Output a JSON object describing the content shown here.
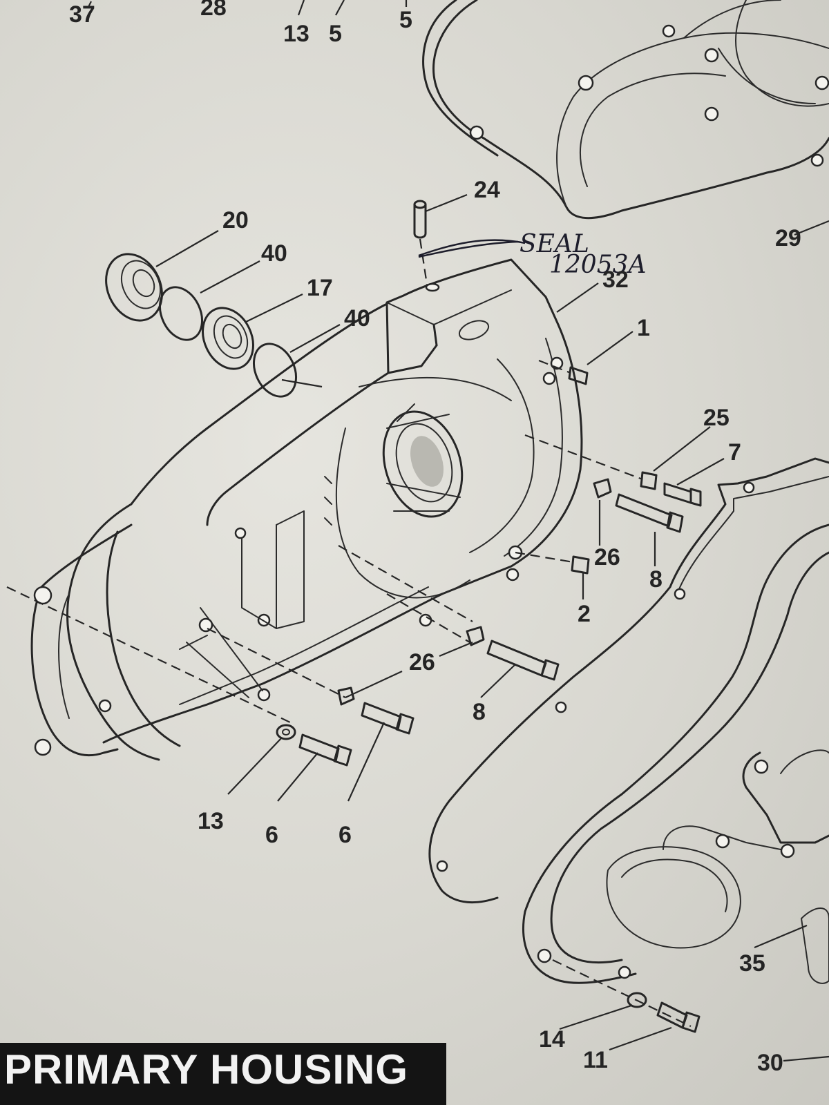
{
  "section_title": "PRIMARY HOUSING",
  "handwritten_note": {
    "line1": "SEAL",
    "line2": "12053A"
  },
  "part_labels": {
    "top_37": "37",
    "top_28": "28",
    "top_13": "13",
    "top_5a": "5",
    "top_5b": "5",
    "p24": "24",
    "p20": "20",
    "p40a": "40",
    "p17": "17",
    "p40b": "40",
    "p32": "32",
    "p1": "1",
    "p25": "25",
    "p7": "7",
    "p26a": "26",
    "p8a": "8",
    "p2": "2",
    "p26b": "26",
    "p8b": "8",
    "p13": "13",
    "p6a": "6",
    "p6b": "6",
    "p29": "29",
    "p35": "35",
    "p14": "14",
    "p11": "11",
    "p30": "30"
  }
}
